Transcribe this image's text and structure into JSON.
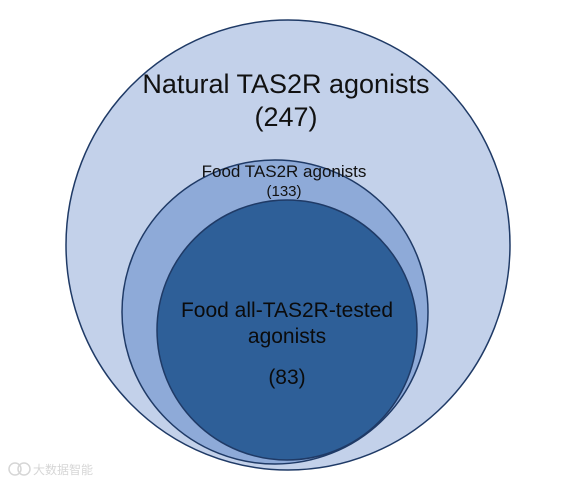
{
  "diagram": {
    "type": "nested-venn",
    "sets": [
      {
        "id": "outer",
        "label": "Natural TAS2R agonists",
        "count": "(247)",
        "fill": "#c3d1ea",
        "stroke": "#1f3a66"
      },
      {
        "id": "middle",
        "label": "Food TAS2R agonists",
        "count": "(133)",
        "fill": "#8eaad8",
        "stroke": "#1f3a66"
      },
      {
        "id": "inner",
        "label_line1": "Food all-TAS2R-tested",
        "label_line2": "agonists",
        "count": "(83)",
        "fill": "#2e5f98",
        "stroke": "#1f3a66"
      }
    ]
  },
  "watermark": {
    "text": "大数据智能"
  }
}
